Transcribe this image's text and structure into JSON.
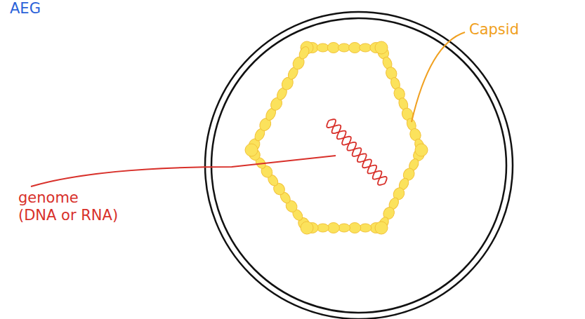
{
  "diagram": {
    "labels": [
      "AEG",
      "Capsid",
      "genome (DNA or RNA)"
    ]
  }
}
